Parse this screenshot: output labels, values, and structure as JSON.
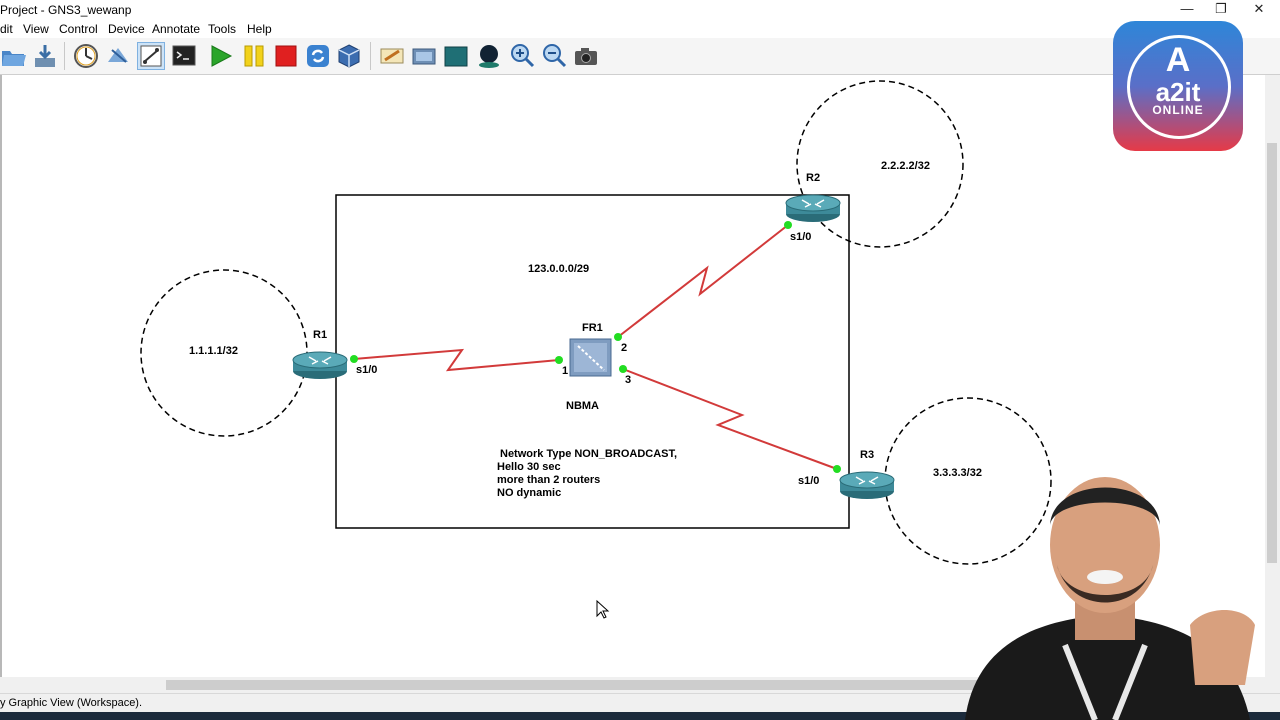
{
  "window": {
    "title": "Project - GNS3_wewanp",
    "minimize": "—",
    "restore": "❐",
    "close": "✕"
  },
  "menu": [
    "dit",
    "View",
    "Control",
    "Device",
    "Annotate",
    "Tools",
    "Help"
  ],
  "toolbar_icons": [
    "open-icon",
    "save-icon",
    "snapshot-icon",
    "show-interface-labels-icon",
    "add-link-icon",
    "console-icon",
    "start-all-icon",
    "suspend-all-icon",
    "stop-all-icon",
    "reload-all-icon",
    "virtualbox-icon",
    "add-note-icon",
    "insert-picture-icon",
    "draw-rectangle-icon",
    "draw-ellipse-icon",
    "zoom-in-icon",
    "zoom-out-icon",
    "screenshot-icon"
  ],
  "topology": {
    "routers": [
      {
        "name": "R1",
        "interface": "s1/0",
        "loopback": "1.1.1.1/32"
      },
      {
        "name": "R2",
        "interface": "s1/0",
        "loopback": "2.2.2.2/32"
      },
      {
        "name": "R3",
        "interface": "s1/0",
        "loopback": "3.3.3.3/32"
      }
    ],
    "switch": {
      "name": "FR1",
      "ports": [
        "1",
        "2",
        "3"
      ],
      "label": "NBMA"
    },
    "subnet": "123.0.0.0/29",
    "notes": [
      "Network Type NON_BROADCAST,",
      "Hello 30 sec",
      "more than 2 routers",
      "NO dynamic"
    ]
  },
  "status": "y Graphic View (Workspace).",
  "logo": {
    "letter": "A",
    "name": "a2it",
    "sub": "ONLINE"
  },
  "colors": {
    "link": "#d23a3a",
    "port": "#22dd22",
    "router": "#3d8a99"
  }
}
